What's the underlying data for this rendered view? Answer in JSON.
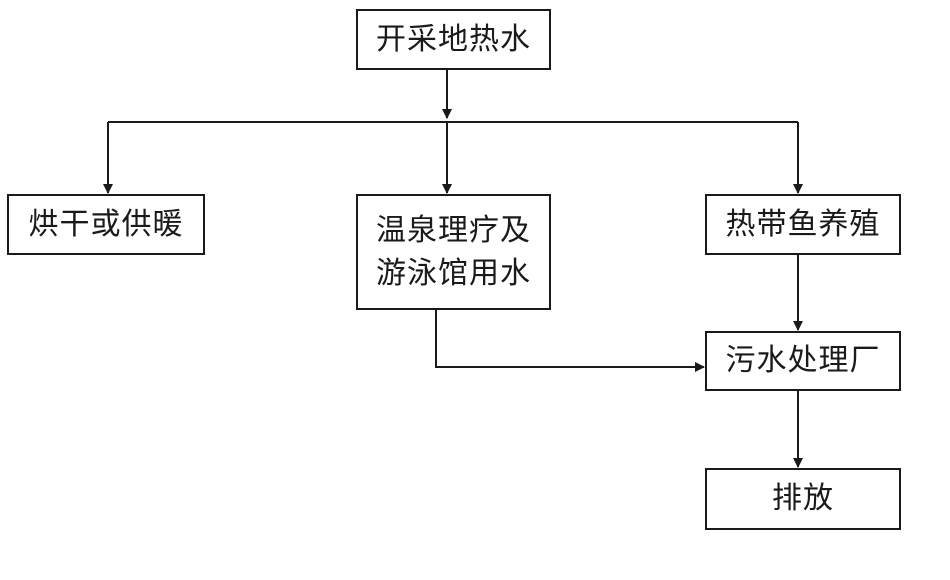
{
  "nodes": {
    "extract": "开采地热水",
    "drying": "烘干或供暖",
    "spa": "温泉理疗及\n游泳馆用水",
    "fishery": "热带鱼养殖",
    "treatment": "污水处理厂",
    "discharge": "排放"
  },
  "colors": {
    "stroke": "#1a1a1a",
    "background": "#ffffff"
  }
}
